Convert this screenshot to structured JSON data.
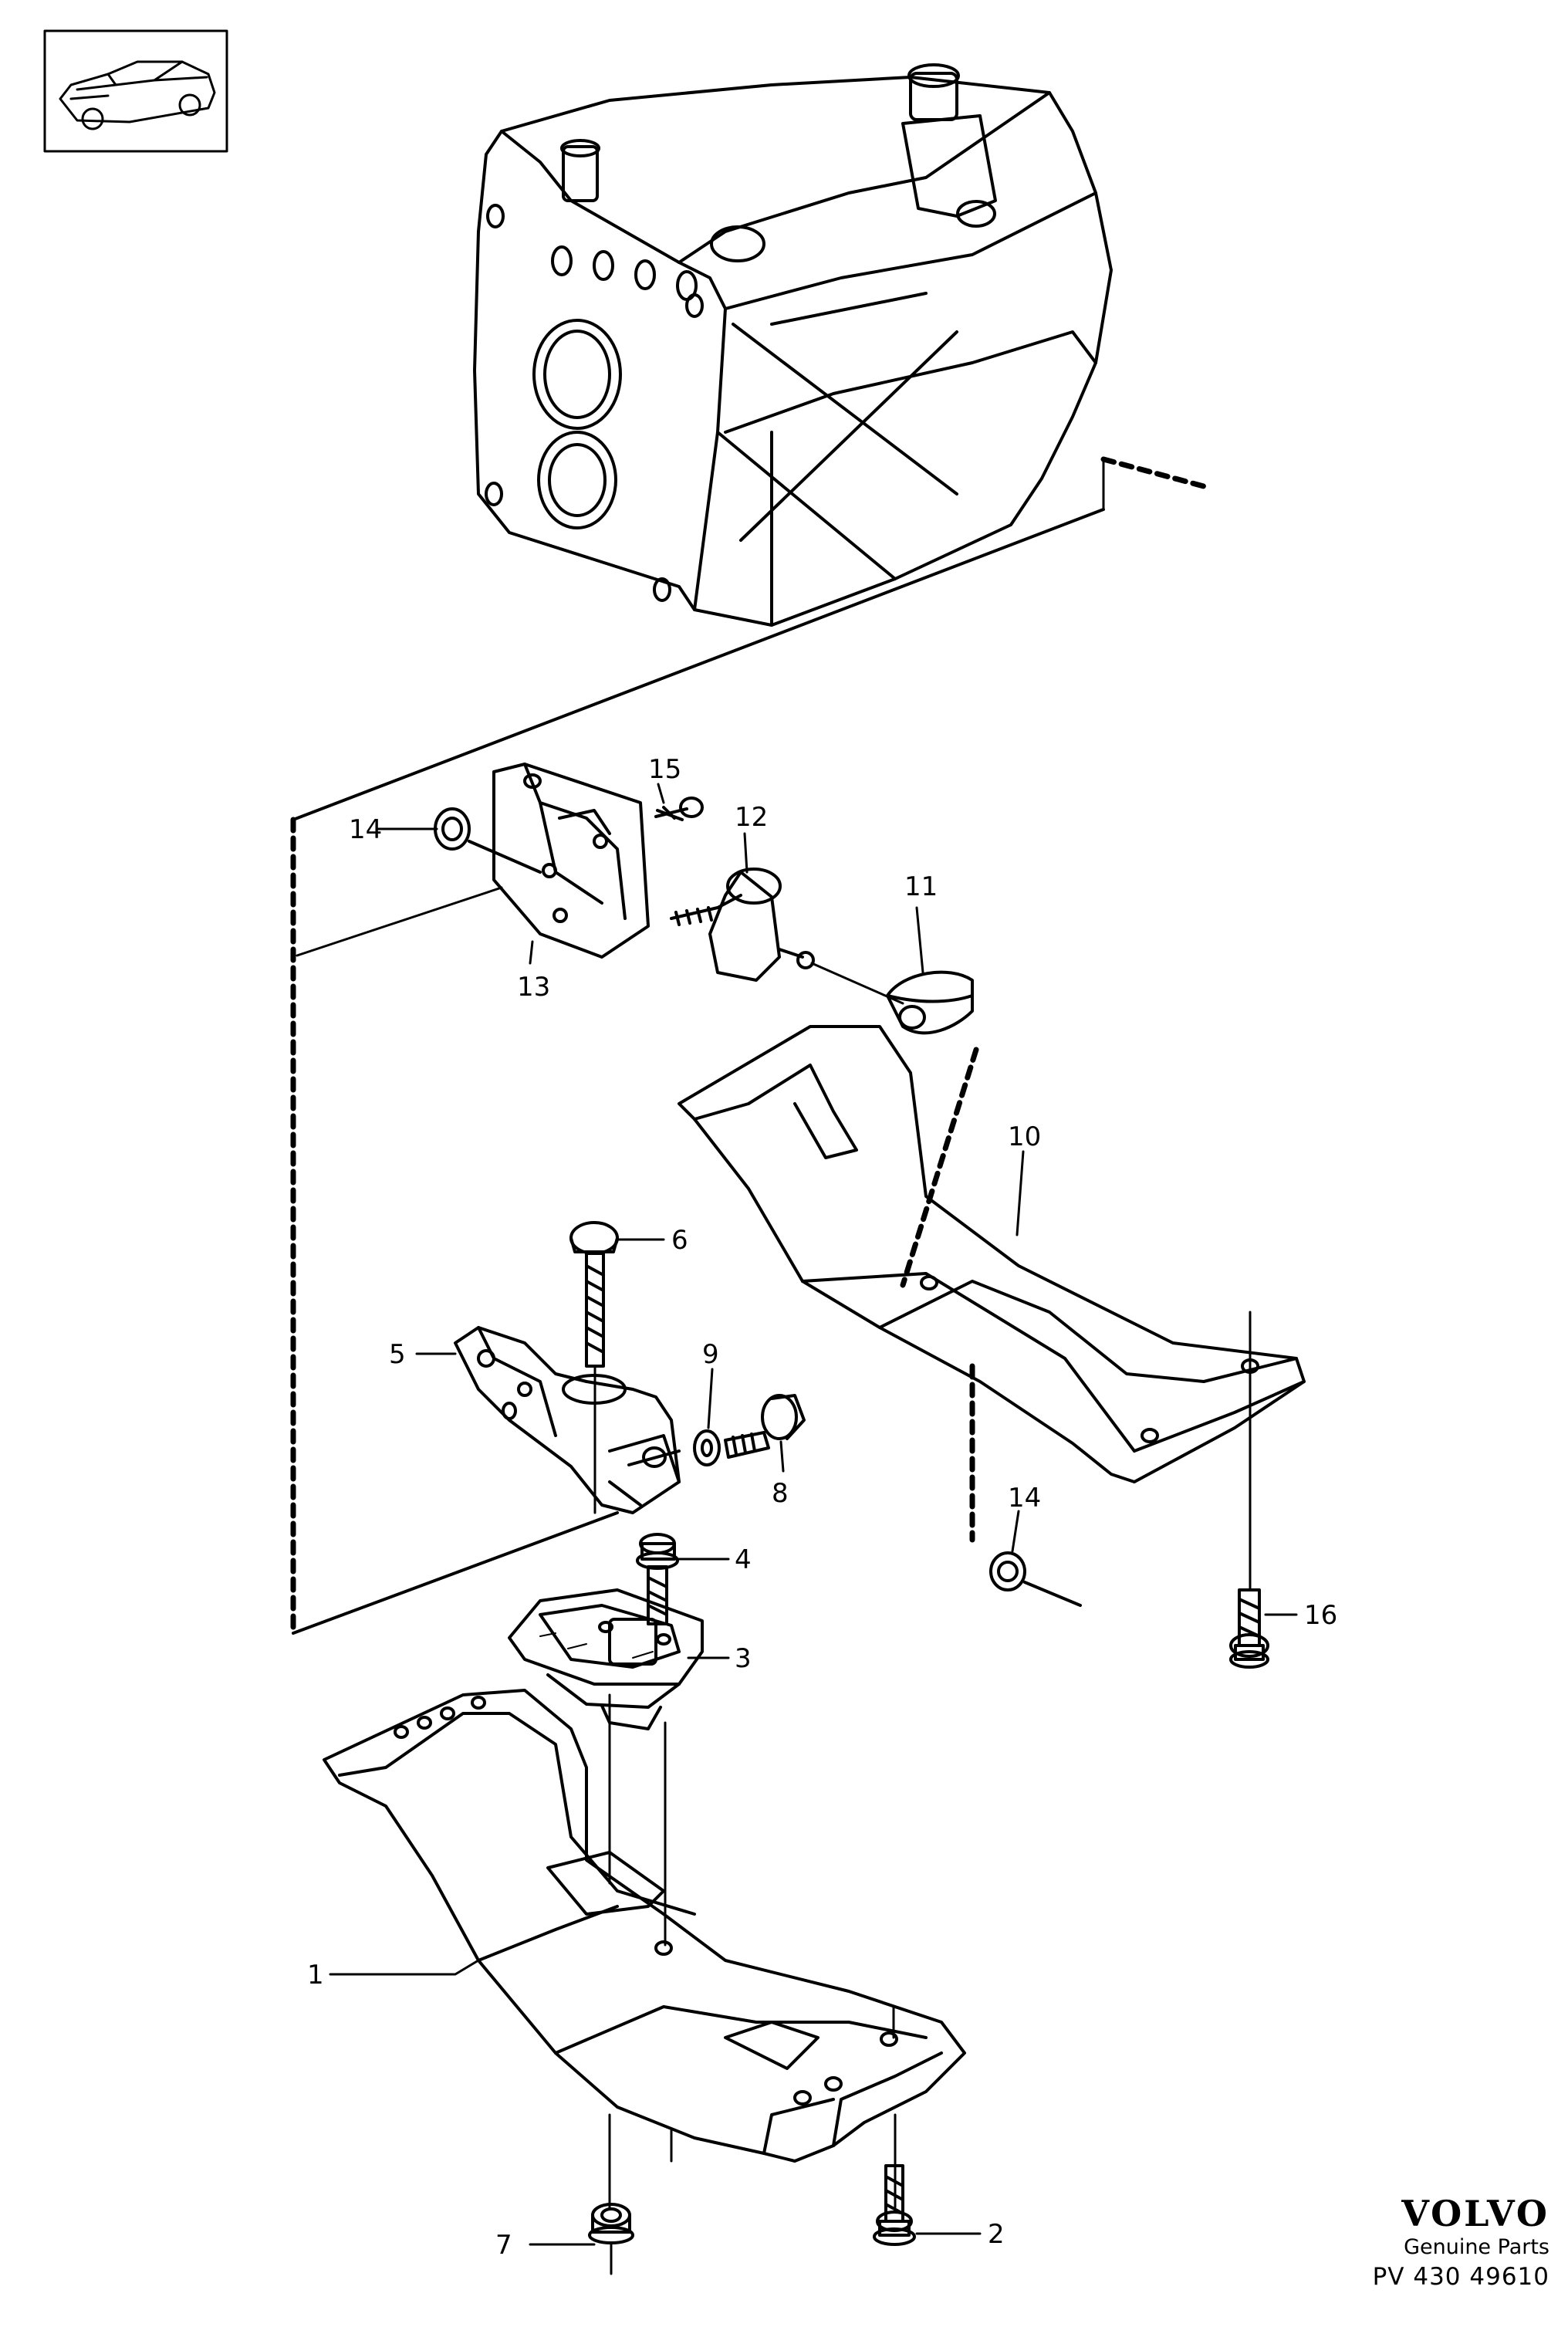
{
  "diagram": {
    "thumbnail": "car-sedan-icon",
    "callouts": [
      {
        "id": "callout-1",
        "label": "1"
      },
      {
        "id": "callout-2",
        "label": "2"
      },
      {
        "id": "callout-3",
        "label": "3"
      },
      {
        "id": "callout-4",
        "label": "4"
      },
      {
        "id": "callout-5",
        "label": "5"
      },
      {
        "id": "callout-6",
        "label": "6"
      },
      {
        "id": "callout-7",
        "label": "7"
      },
      {
        "id": "callout-8",
        "label": "8"
      },
      {
        "id": "callout-9",
        "label": "9"
      },
      {
        "id": "callout-10",
        "label": "10"
      },
      {
        "id": "callout-11",
        "label": "11"
      },
      {
        "id": "callout-12",
        "label": "12"
      },
      {
        "id": "callout-13",
        "label": "13"
      },
      {
        "id": "callout-14a",
        "label": "14"
      },
      {
        "id": "callout-14b",
        "label": "14"
      },
      {
        "id": "callout-15",
        "label": "15"
      },
      {
        "id": "callout-16",
        "label": "16"
      }
    ]
  },
  "brand": {
    "logo": "VOLVO",
    "subtitle": "Genuine Parts",
    "reference": "PV 430 49610"
  }
}
